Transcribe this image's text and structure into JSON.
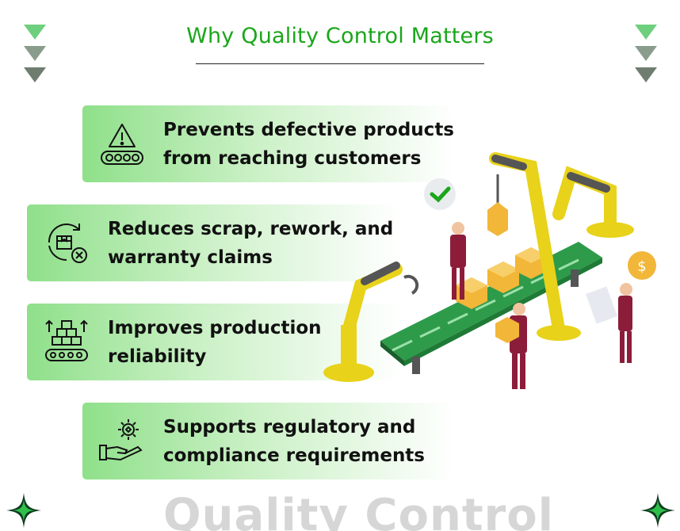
{
  "title": "Why Quality Control Matters",
  "cards": [
    {
      "line1": "Prevents defective products",
      "line2": "from reaching customers",
      "icon": "warning-conveyor-icon"
    },
    {
      "line1": "Reduces scrap, rework, and",
      "line2": "warranty claims",
      "icon": "recycle-box-icon"
    },
    {
      "line1": "Improves production",
      "line2": "reliability",
      "icon": "stacked-boxes-conveyor-icon"
    },
    {
      "line1": "Supports regulatory and",
      "line2": "compliance requirements",
      "icon": "hand-gear-icon"
    }
  ],
  "watermark": "Quality Control",
  "colors": {
    "title": "#1aa61a",
    "card_start": "#8fe08a",
    "conveyor": "#2e9b4a",
    "robot_arm": "#e8d21a",
    "accent_dark": "#0d3b1e"
  }
}
